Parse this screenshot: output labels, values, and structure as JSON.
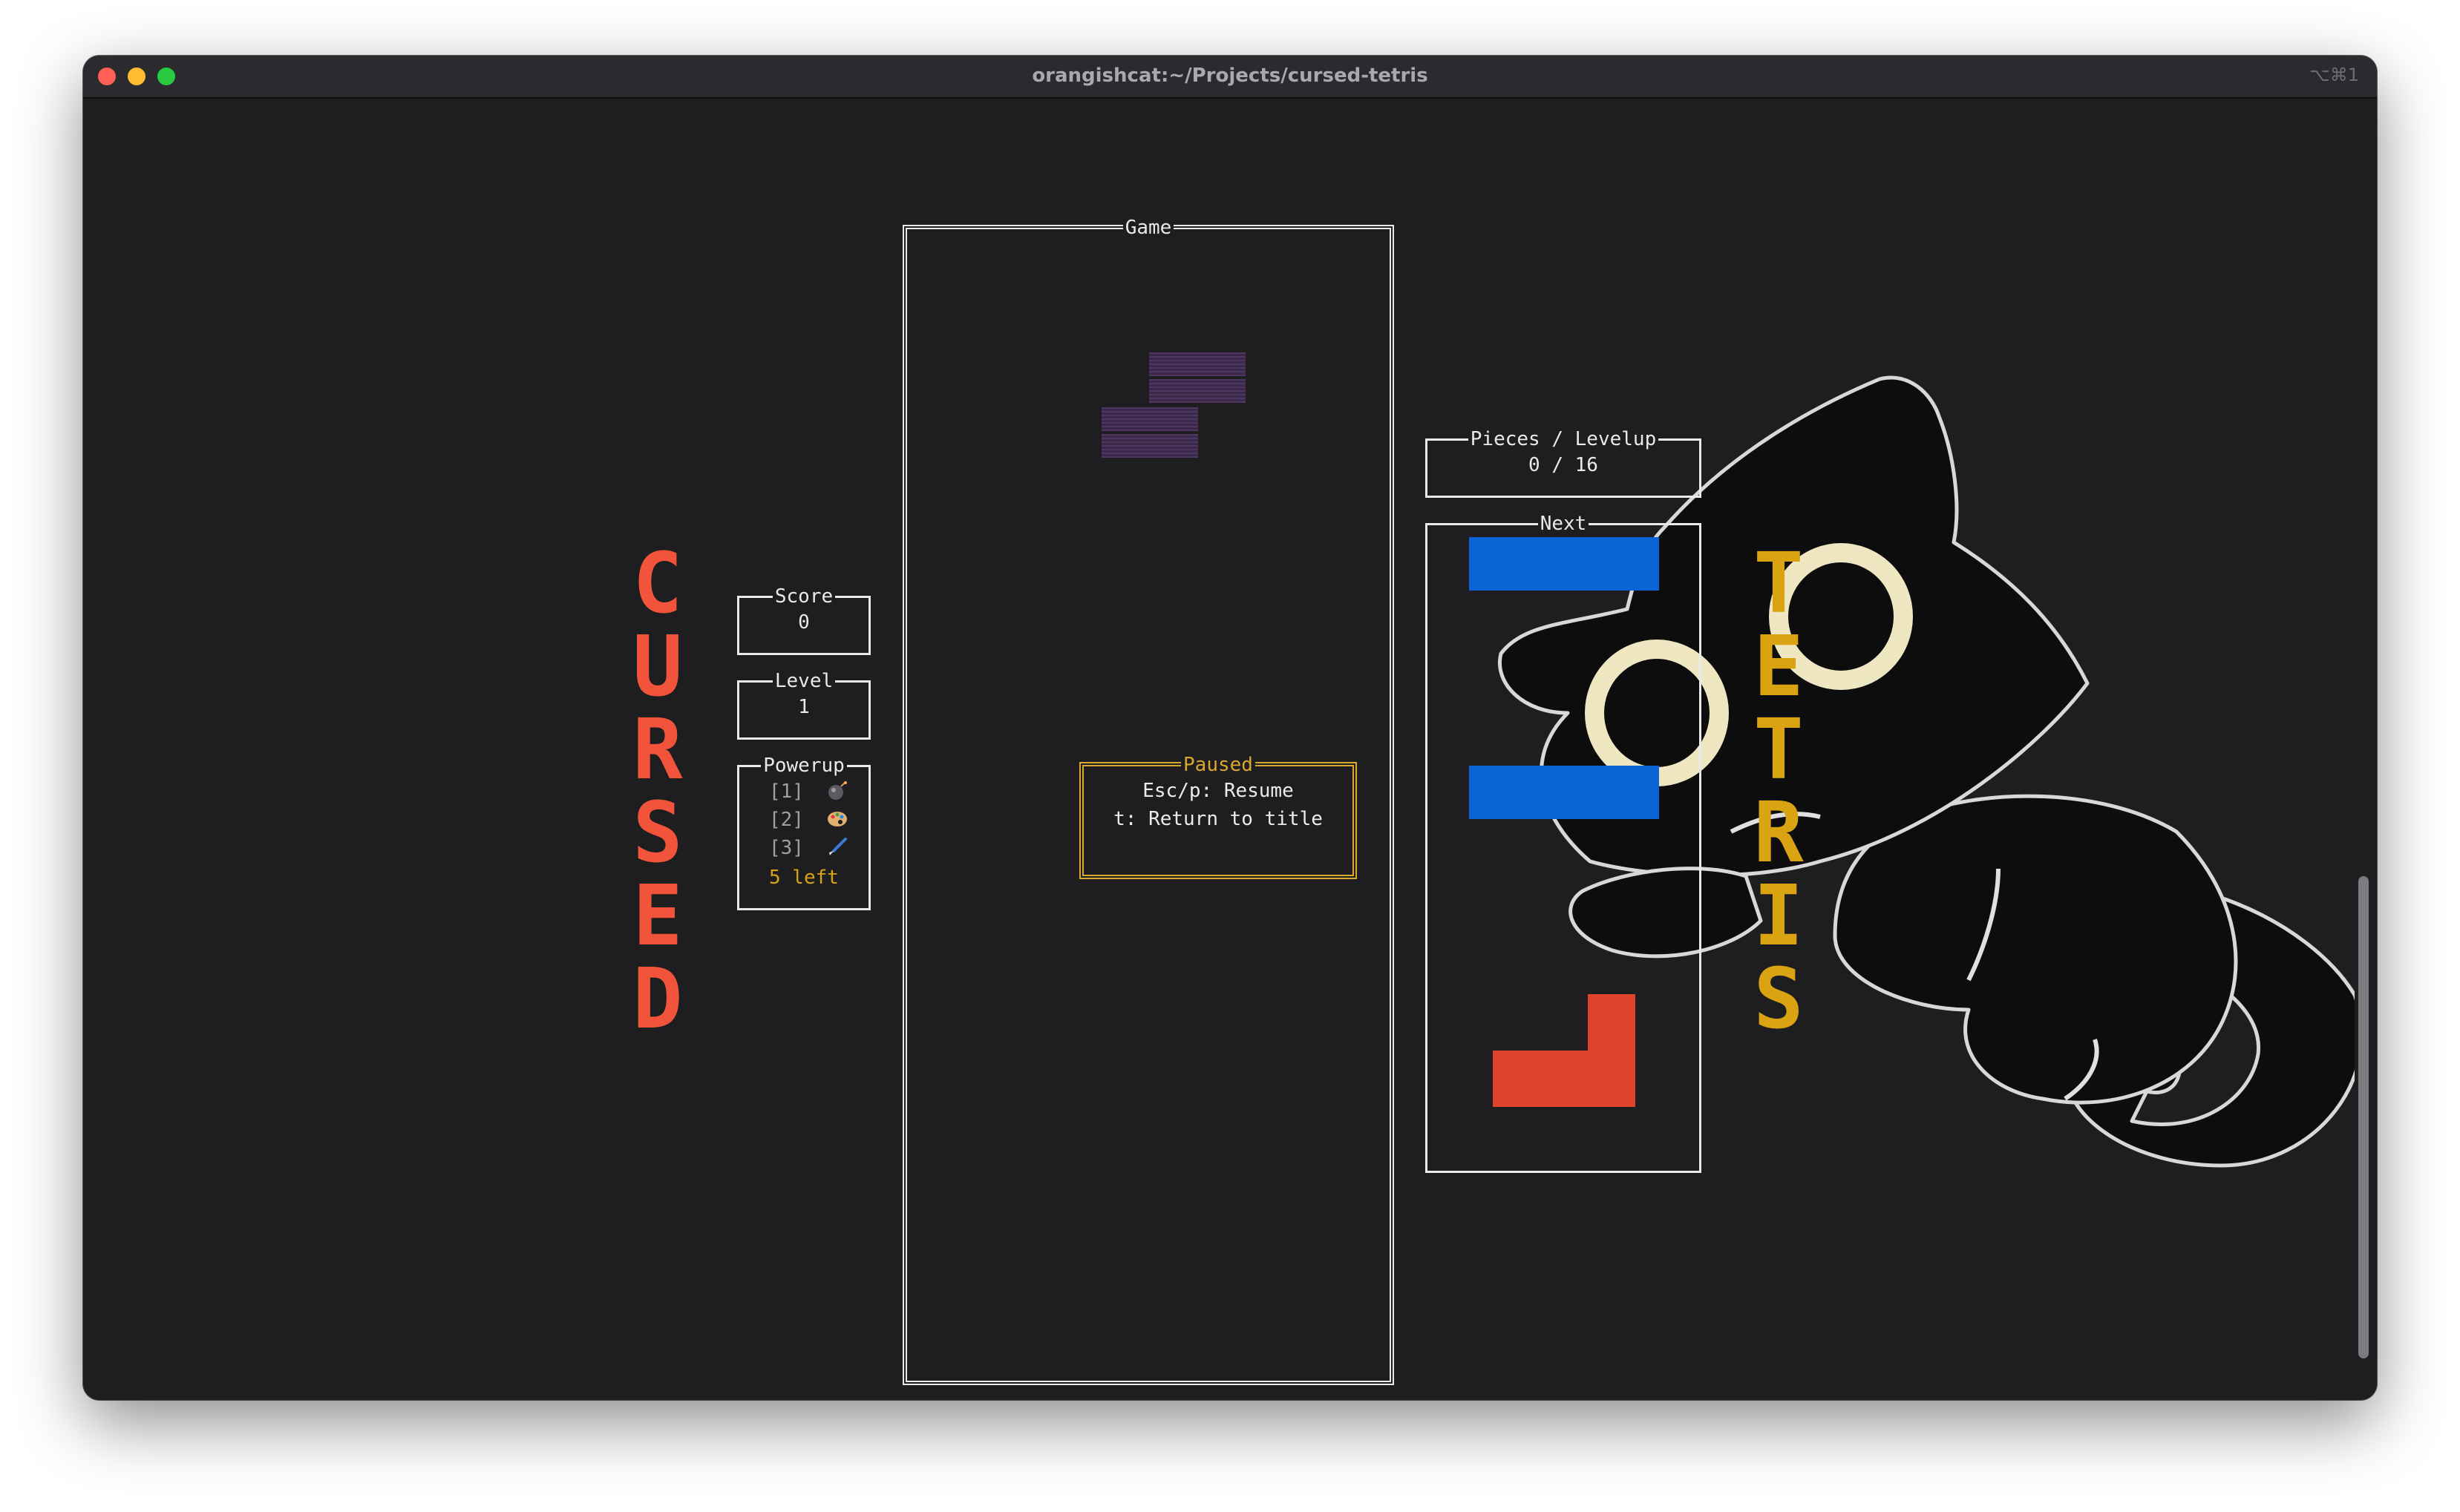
{
  "window": {
    "title": "orangishcat:~/Projects/cursed-tetris",
    "shortcut": "⌥⌘1"
  },
  "logo": {
    "left_letters": [
      "C",
      "U",
      "R",
      "S",
      "E",
      "D"
    ],
    "right_letters": [
      "T",
      "E",
      "T",
      "R",
      "I",
      "S"
    ]
  },
  "stats": {
    "score_label": "Score",
    "score_value": "0",
    "level_label": "Level",
    "level_value": "1"
  },
  "powerup": {
    "label": "Powerup",
    "items": [
      {
        "key": "[1]",
        "icon": "bomb-icon"
      },
      {
        "key": "[2]",
        "icon": "palette-icon"
      },
      {
        "key": "[3]",
        "icon": "paintbrush-icon"
      }
    ],
    "remaining": "5 left",
    "remaining_color": "#d9a312"
  },
  "game": {
    "label": "Game"
  },
  "paused": {
    "label": "Paused",
    "resume": "Esc/p: Resume",
    "title": "t: Return to title",
    "border_color": "#d9a92c"
  },
  "pieces": {
    "label": "Pieces / Levelup",
    "value": "0 / 16"
  },
  "next": {
    "label": "Next",
    "pieces": [
      {
        "type": "I",
        "color": "#0a64d4"
      },
      {
        "type": "I",
        "color": "#0a64d4"
      },
      {
        "type": "L",
        "color": "#e0432c"
      }
    ]
  },
  "colors": {
    "cursed": "#f1543a",
    "tetris": "#d9a312",
    "ghost_piece": "#3a2948",
    "background": "#1e1d20"
  }
}
